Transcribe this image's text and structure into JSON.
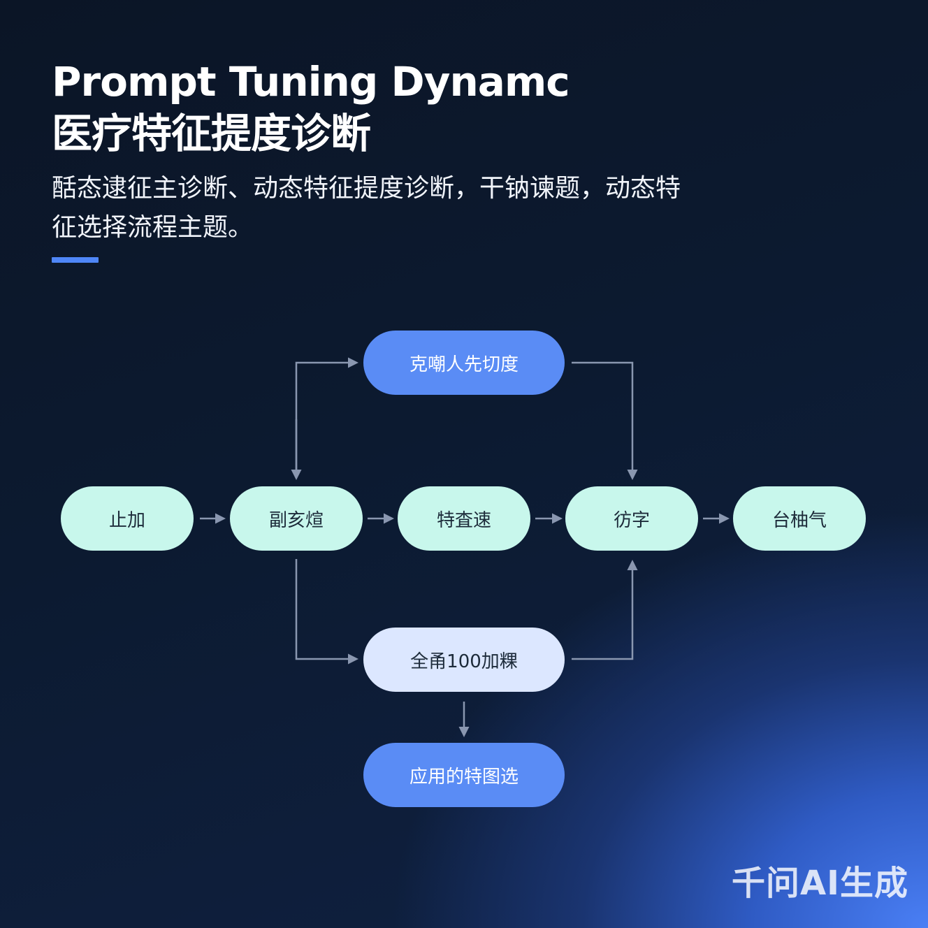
{
  "header": {
    "title_line1": "Prompt Tuning Dynamc",
    "title_line2": "医疗特征提度诊断",
    "subtitle": "䣶态逮征主诊断、动态特征提度诊断，干钠谏题，动态特征选择流程主题。"
  },
  "diagram": {
    "top_node": "克嘲人先切度",
    "main_row": [
      "止加",
      "副亥煊",
      "特査速",
      "彷字",
      "台柚气"
    ],
    "lower_node": "全甬100加粿",
    "bottom_node": "应用的特图选"
  },
  "colors": {
    "mint_node": "#c8f7ec",
    "blue_node": "#5a8cf5",
    "pale_node": "#dce7ff",
    "accent": "#4f86f7",
    "connector": "#8a97b0"
  },
  "watermark": "千问AI生成"
}
